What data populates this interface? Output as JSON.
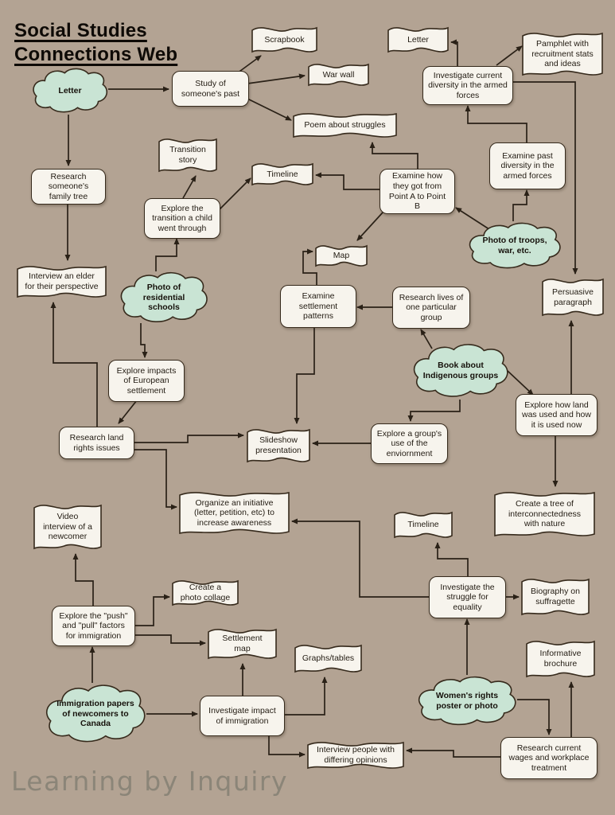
{
  "title": {
    "text": "Social Studies\nConnections Web"
  },
  "watermark": {
    "text": "Learning by Inquiry"
  },
  "colors": {
    "background": "#b3a393",
    "cloud_fill": "#c9e4d4",
    "box_fill": "#f7f4ed",
    "outline": "#362a1c",
    "arrow": "#2a2117",
    "title_text": "#0e0a06",
    "watermark_text": "#8b8578"
  },
  "diagram": {
    "nodes": [
      {
        "id": "letter-cloud",
        "type": "cloud",
        "label": "Letter"
      },
      {
        "id": "residential-cloud",
        "type": "cloud",
        "label": "Photo of residential schools"
      },
      {
        "id": "troops-cloud",
        "type": "cloud",
        "label": "Photo of troops, war, etc."
      },
      {
        "id": "book-cloud",
        "type": "cloud",
        "label": "Book about Indigenous groups"
      },
      {
        "id": "immigration-cloud",
        "type": "cloud",
        "label": "Immigration papers of newcomers to Canada"
      },
      {
        "id": "womens-cloud",
        "type": "cloud",
        "label": "Women's rights poster or photo"
      },
      {
        "id": "study",
        "type": "rect",
        "label": "Study of someone's past"
      },
      {
        "id": "invest-diversity",
        "type": "rect",
        "label": "Investigate current diversity in the armed forces"
      },
      {
        "id": "examine-past",
        "type": "rect",
        "label": "Examine past diversity in the armed forces"
      },
      {
        "id": "examine-how",
        "type": "rect",
        "label": "Examine how they got from Point A to Point B"
      },
      {
        "id": "family-tree",
        "type": "rect",
        "label": "Research someone's family tree"
      },
      {
        "id": "explore-transition",
        "type": "rect",
        "label": "Explore the transition a child went through"
      },
      {
        "id": "explore-impacts",
        "type": "rect",
        "label": "Explore impacts of European settlement"
      },
      {
        "id": "land-rights",
        "type": "rect",
        "label": "Research land rights issues"
      },
      {
        "id": "settlement-patterns",
        "type": "rect",
        "label": "Examine settlement patterns"
      },
      {
        "id": "research-lives",
        "type": "rect",
        "label": "Research lives of one particular group"
      },
      {
        "id": "how-land",
        "type": "rect",
        "label": "Explore how land was used and how it is used now"
      },
      {
        "id": "group-use",
        "type": "rect",
        "label": "Explore a group's use of the enviornment"
      },
      {
        "id": "push-pull",
        "type": "rect",
        "label": "Explore the \"push\" and \"pull\" factors for immigration"
      },
      {
        "id": "invest-impact",
        "type": "rect",
        "label": "Investigate impact of immigration"
      },
      {
        "id": "invest-struggle",
        "type": "rect",
        "label": "Investigate the struggle for equality"
      },
      {
        "id": "research-wages",
        "type": "rect",
        "label": "Research current wages and workplace treatment"
      },
      {
        "id": "scrapbook",
        "type": "flag",
        "label": "Scrapbook"
      },
      {
        "id": "letter-flag",
        "type": "flag",
        "label": "Letter"
      },
      {
        "id": "pamphlet",
        "type": "flag",
        "label": "Pamphlet with recruitment stats and ideas"
      },
      {
        "id": "war-wall",
        "type": "flag",
        "label": "War wall"
      },
      {
        "id": "poem",
        "type": "flag",
        "label": "Poem about struggles"
      },
      {
        "id": "transition-story",
        "type": "flag",
        "label": "Transition story"
      },
      {
        "id": "timeline1",
        "type": "flag",
        "label": "Timeline"
      },
      {
        "id": "map",
        "type": "flag",
        "label": "Map"
      },
      {
        "id": "interview-elder",
        "type": "flag",
        "label": "Interview an elder for their perspective"
      },
      {
        "id": "persuasive",
        "type": "flag",
        "label": "Persuasive paragraph"
      },
      {
        "id": "slideshow",
        "type": "flag",
        "label": "Slideshow presentation"
      },
      {
        "id": "create-tree",
        "type": "flag",
        "label": "Create a tree of interconnectedness with nature"
      },
      {
        "id": "timeline2",
        "type": "flag",
        "label": "Timeline"
      },
      {
        "id": "organize",
        "type": "flag",
        "label": "Organize an initiative (letter, petition, etc) to increase awareness"
      },
      {
        "id": "video-interview",
        "type": "flag",
        "label": "Video interview of a newcomer"
      },
      {
        "id": "photo-collage",
        "type": "flag",
        "label": "Create a photo collage"
      },
      {
        "id": "settlement-map",
        "type": "flag",
        "label": "Settlement map"
      },
      {
        "id": "graphs",
        "type": "flag",
        "label": "Graphs/tables"
      },
      {
        "id": "biography",
        "type": "flag",
        "label": "Biography on suffragette"
      },
      {
        "id": "informative",
        "type": "flag",
        "label": "Informative brochure"
      },
      {
        "id": "interview-people",
        "type": "flag",
        "label": "Interview people with differing opinions"
      }
    ],
    "edges": [
      {
        "from": "letter-cloud",
        "to": "study"
      },
      {
        "from": "study",
        "to": "scrapbook"
      },
      {
        "from": "study",
        "to": "war-wall"
      },
      {
        "from": "study",
        "to": "poem"
      },
      {
        "from": "letter-cloud",
        "to": "family-tree"
      },
      {
        "from": "family-tree",
        "to": "interview-elder"
      },
      {
        "from": "land-rights",
        "to": "interview-elder"
      },
      {
        "from": "explore-transition",
        "to": "transition-story"
      },
      {
        "from": "explore-transition",
        "to": "timeline1"
      },
      {
        "from": "residential-cloud",
        "to": "explore-transition"
      },
      {
        "from": "residential-cloud",
        "to": "explore-impacts"
      },
      {
        "from": "explore-impacts",
        "to": "land-rights"
      },
      {
        "from": "land-rights",
        "to": "slideshow"
      },
      {
        "from": "land-rights",
        "to": "organize"
      },
      {
        "from": "settlement-patterns",
        "to": "map"
      },
      {
        "from": "settlement-patterns",
        "to": "slideshow"
      },
      {
        "from": "research-lives",
        "to": "settlement-patterns"
      },
      {
        "from": "book-cloud",
        "to": "research-lives"
      },
      {
        "from": "book-cloud",
        "to": "group-use"
      },
      {
        "from": "book-cloud",
        "to": "how-land"
      },
      {
        "from": "group-use",
        "to": "slideshow"
      },
      {
        "from": "how-land",
        "to": "persuasive"
      },
      {
        "from": "invest-diversity",
        "to": "persuasive"
      },
      {
        "from": "how-land",
        "to": "create-tree"
      },
      {
        "from": "examine-how",
        "to": "poem"
      },
      {
        "from": "examine-how",
        "to": "timeline1"
      },
      {
        "from": "examine-how",
        "to": "map"
      },
      {
        "from": "troops-cloud",
        "to": "examine-how"
      },
      {
        "from": "troops-cloud",
        "to": "examine-past"
      },
      {
        "from": "examine-past",
        "to": "invest-diversity"
      },
      {
        "from": "invest-diversity",
        "to": "letter-flag"
      },
      {
        "from": "invest-diversity",
        "to": "pamphlet"
      },
      {
        "from": "invest-struggle",
        "to": "timeline2"
      },
      {
        "from": "invest-struggle",
        "to": "biography"
      },
      {
        "from": "invest-struggle",
        "to": "organize"
      },
      {
        "from": "womens-cloud",
        "to": "invest-struggle"
      },
      {
        "from": "womens-cloud",
        "to": "research-wages"
      },
      {
        "from": "research-wages",
        "to": "informative"
      },
      {
        "from": "research-wages",
        "to": "interview-people"
      },
      {
        "from": "invest-impact",
        "to": "interview-people"
      },
      {
        "from": "invest-impact",
        "to": "settlement-map"
      },
      {
        "from": "invest-impact",
        "to": "graphs"
      },
      {
        "from": "immigration-cloud",
        "to": "invest-impact"
      },
      {
        "from": "immigration-cloud",
        "to": "push-pull"
      },
      {
        "from": "push-pull",
        "to": "video-interview"
      },
      {
        "from": "push-pull",
        "to": "photo-collage"
      },
      {
        "from": "push-pull",
        "to": "settlement-map"
      }
    ]
  }
}
